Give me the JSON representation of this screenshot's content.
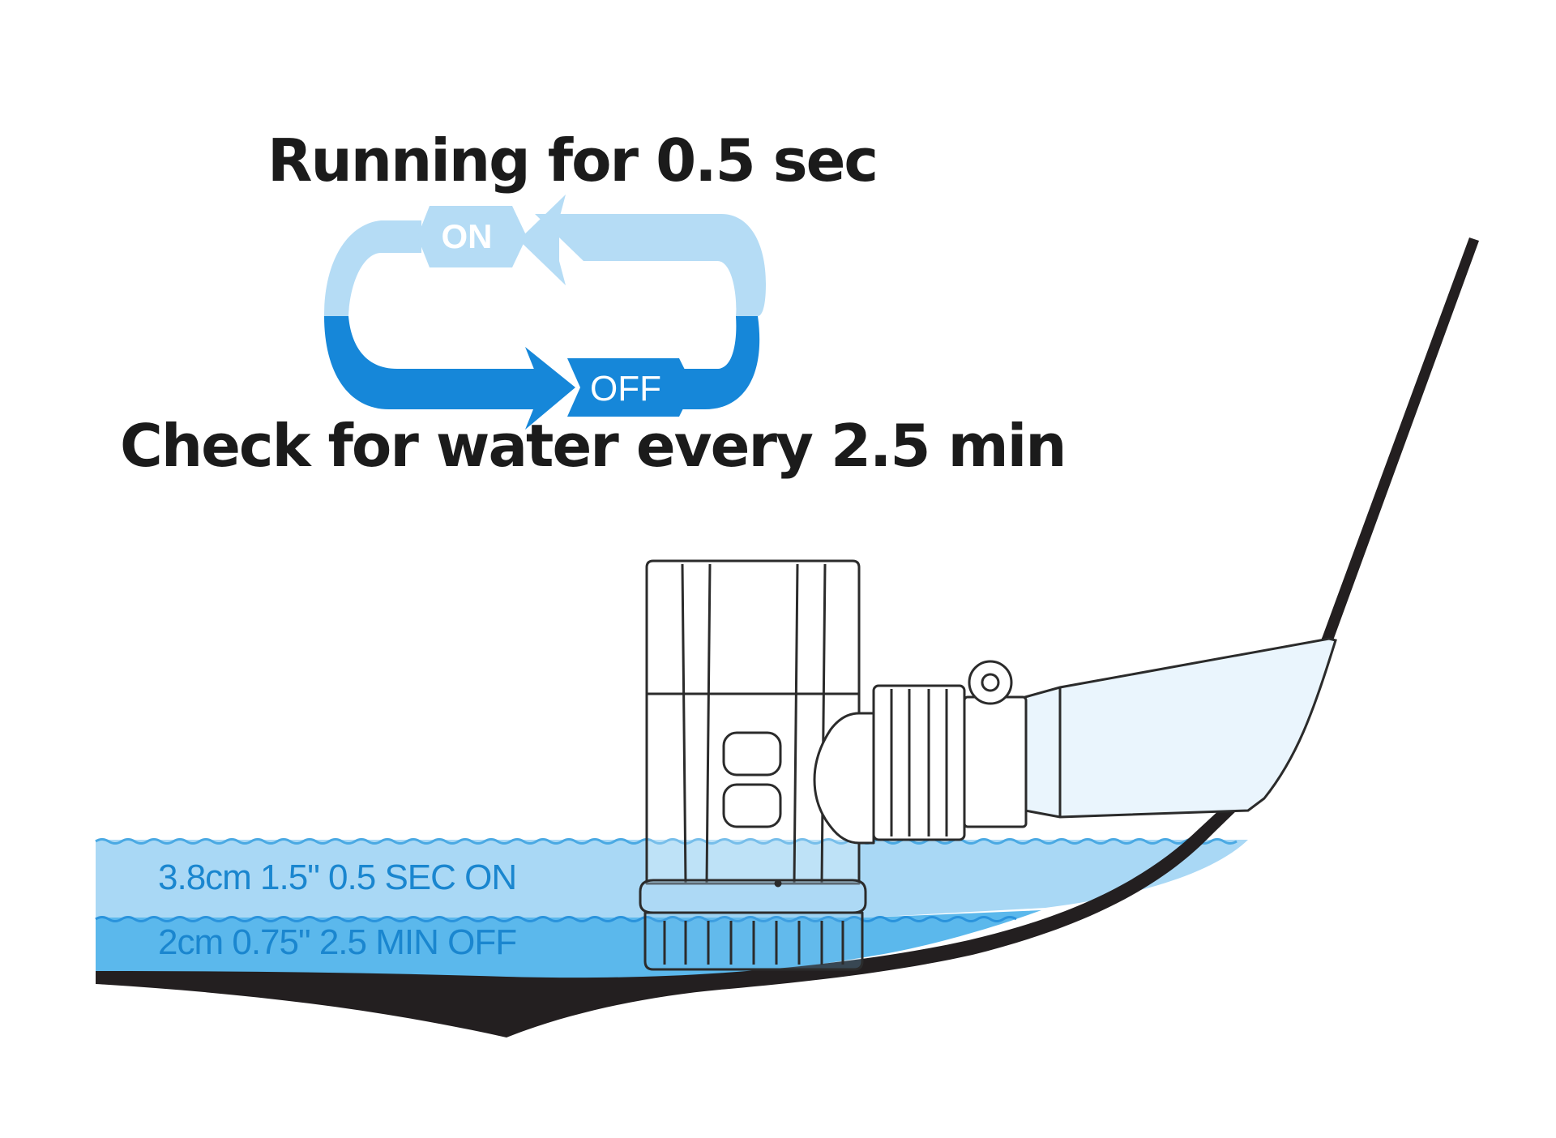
{
  "cycle": {
    "running_text": "Running for 0.5 sec",
    "check_text": "Check for water every 2.5 min",
    "on_label": "ON",
    "off_label": "OFF"
  },
  "levels": {
    "on_line": "3.8cm 1.5\"  0.5 SEC  ON",
    "off_line": "2cm 0.75\"  2.5 MIN  OFF"
  },
  "colors": {
    "on_arrow": "#b5dcf5",
    "off_arrow": "#1687d9",
    "water_upper": "#a9d8f5",
    "water_lower": "#5bb8ec",
    "hull": "#231f20",
    "text_dark": "#1b1b1b",
    "text_blue": "#1a86cf"
  },
  "icons": {
    "cycle": "on-off-cycle-arrows",
    "pump": "bilge-pump",
    "hose": "discharge-hose"
  }
}
